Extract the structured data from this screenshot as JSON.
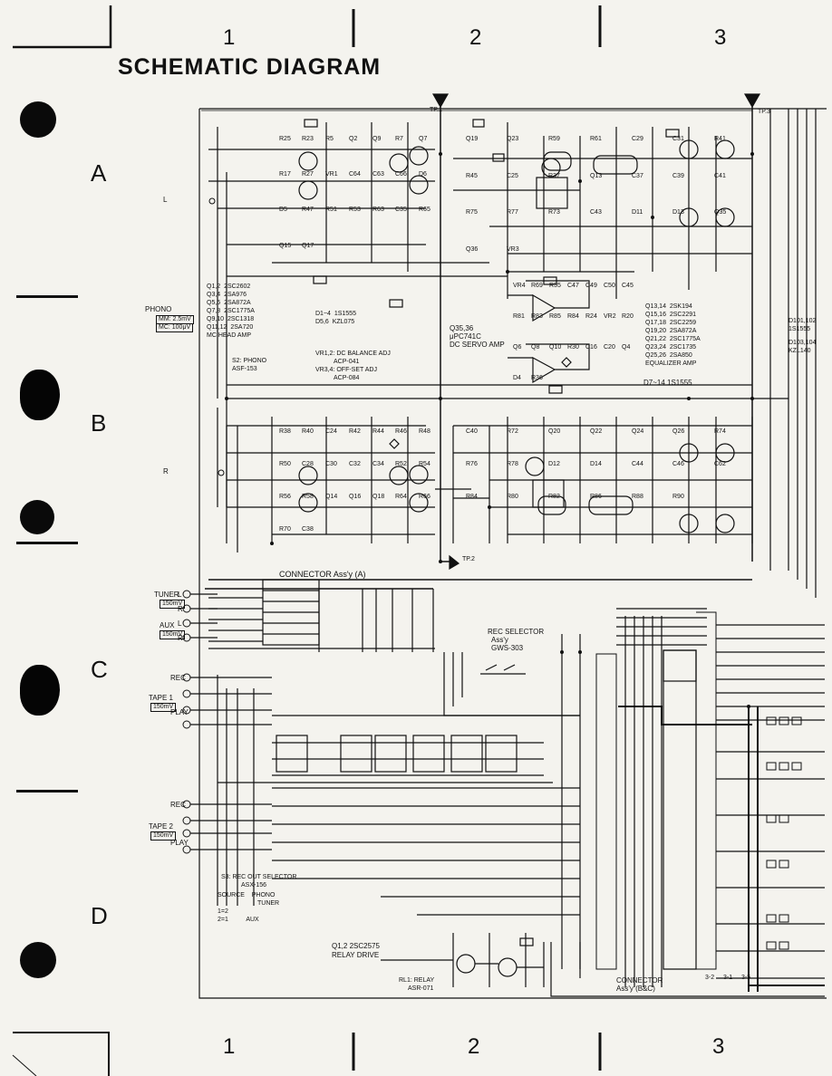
{
  "title": "SCHEMATIC DIAGRAM",
  "column_numbers": [
    "1",
    "2",
    "3"
  ],
  "row_letters": [
    "A",
    "B",
    "C",
    "D"
  ],
  "test_points": [
    "TP.1",
    "TP.3",
    "TP.2"
  ],
  "inputs": {
    "phono": "PHONO",
    "phono_levels": [
      "MM: 2.5mV",
      "MC: 100μV"
    ],
    "tuner": "TUNER",
    "tuner_level": "150mV",
    "aux": "AUX",
    "aux_level": "150mV",
    "tape1": "TAPE 1",
    "tape1_level": "150mV",
    "tape2": "TAPE 2",
    "tape2_level": "150mV",
    "rec": "REC",
    "play": "PLAY",
    "left": "L",
    "right": "R"
  },
  "mc_head_amp": {
    "title": "MC HEAD AMP",
    "parts": [
      {
        "ref": "Q1,2",
        "part": "2SC2602"
      },
      {
        "ref": "Q3,4",
        "part": "2SA976"
      },
      {
        "ref": "Q5,6",
        "part": "2SA872A"
      },
      {
        "ref": "Q7,8",
        "part": "2SC1775A"
      },
      {
        "ref": "Q9,10",
        "part": "2SC1318"
      },
      {
        "ref": "Q11,12",
        "part": "2SA720"
      }
    ],
    "diodes": [
      {
        "ref": "D1~4",
        "part": "1S1555"
      },
      {
        "ref": "D5,6",
        "part": "KZL075"
      }
    ],
    "switch": "S2: PHONO",
    "switch_part": "ASF-153"
  },
  "adjustments": [
    "VR1,2: DC BALANCE ADJ",
    "ACP-041",
    "VR3,4: OFF-SET ADJ",
    "ACP-084"
  ],
  "servo": {
    "ref": "Q35,36",
    "part": "μPC741C",
    "title": "DC SERVO AMP"
  },
  "equalizer_amp": {
    "title": "EQUALIZER AMP",
    "parts": [
      {
        "ref": "Q13,14",
        "part": "2SK194"
      },
      {
        "ref": "Q15,16",
        "part": "2SC2291"
      },
      {
        "ref": "Q17,18",
        "part": "2SC2259"
      },
      {
        "ref": "Q19,20",
        "part": "2SA872A"
      },
      {
        "ref": "Q21,22",
        "part": "2SC1775A"
      },
      {
        "ref": "Q23,24",
        "part": "2SC1735"
      },
      {
        "ref": "Q25,26",
        "part": "2SA850"
      }
    ],
    "diodes": "D7~14   1S1555"
  },
  "right_edge": [
    "D101,102",
    "1S1555",
    "D103,104",
    "KZL140"
  ],
  "connector_a": "CONNECTOR Ass'y (A)",
  "rec_selector": {
    "title": "REC SELECTOR",
    "assy": "Ass'y",
    "part": "GWS-303"
  },
  "rec_out_selector": {
    "title": "S3: REC OUT SELECTOR",
    "part": "ASX-156"
  },
  "selector_legend": {
    "source": "SOURCE",
    "phono": "PHONO",
    "tuner": "TUNER",
    "aux": "AUX",
    "pos1": "1=2",
    "pos2": "2=1"
  },
  "relay_drive": {
    "parts": "Q1,2  2SC2575",
    "title": "RELAY DRIVE",
    "relay": "RL1: RELAY",
    "relay_part": "ASR-071"
  },
  "connector_bc": [
    "CONNECTOR",
    "Ass'y (B&C)"
  ],
  "bottom_strip": [
    "3-2",
    "3-1",
    "3-5"
  ],
  "component_labels": [
    "R25",
    "R23",
    "R5",
    "Q2",
    "Q9",
    "R7",
    "Q7",
    "R17",
    "R27",
    "VR1",
    "C64",
    "C63",
    "C66",
    "D6",
    "D5",
    "R47",
    "R51",
    "R53",
    "R63",
    "C35",
    "R65",
    "Q15",
    "Q17",
    "Q19",
    "Q23",
    "R59",
    "R61",
    "C29",
    "C31",
    "R41",
    "R45",
    "C25",
    "R37",
    "Q13",
    "C37",
    "C39",
    "C41",
    "R75",
    "R77",
    "R73",
    "C43",
    "D11",
    "D13",
    "Q35",
    "Q36",
    "VR3",
    "VR4",
    "R69",
    "R55",
    "C47",
    "C49",
    "C50",
    "C45",
    "R81",
    "R83",
    "R85",
    "R84",
    "R24",
    "VR2",
    "R20",
    "Q6",
    "Q8",
    "Q10",
    "R30",
    "C16",
    "C20",
    "Q4",
    "D4",
    "R36",
    "R38",
    "R40",
    "C24",
    "R42",
    "R44",
    "R46",
    "R48",
    "R50",
    "C28",
    "C30",
    "C32",
    "C34",
    "R52",
    "R54",
    "R56",
    "R58",
    "Q14",
    "Q16",
    "Q18",
    "R64",
    "R66",
    "R70",
    "C38",
    "C40",
    "R72",
    "Q20",
    "Q22",
    "Q24",
    "Q26",
    "R74",
    "R76",
    "R78",
    "D12",
    "D14",
    "C44",
    "C46",
    "C62",
    "R84",
    "R80",
    "R82",
    "R86",
    "R88",
    "R90"
  ]
}
